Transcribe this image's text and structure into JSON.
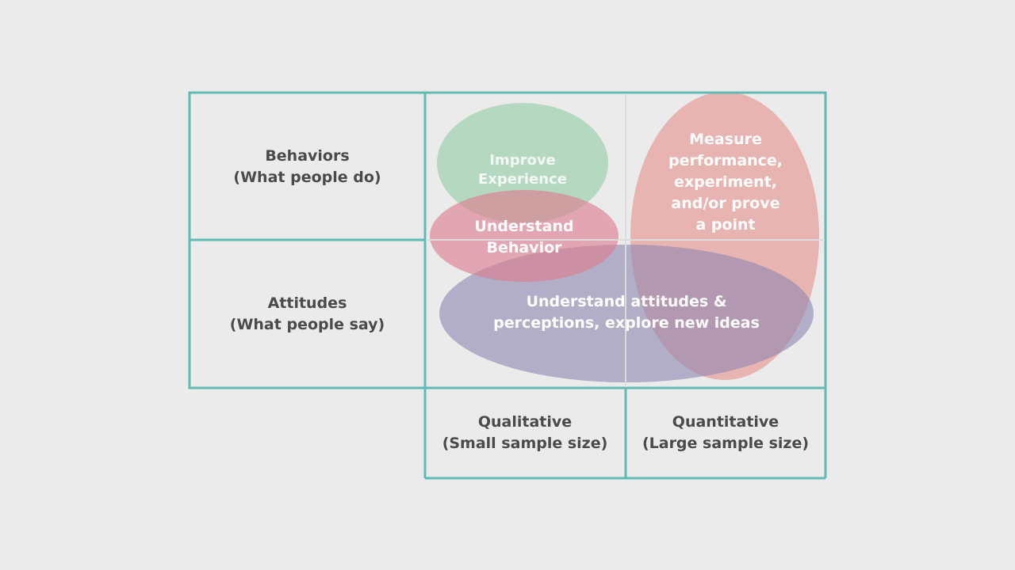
{
  "rows": {
    "behaviors": {
      "line1": "Behaviors",
      "line2": "(What people do)"
    },
    "attitudes": {
      "line1": "Attitudes",
      "line2": "(What people say)"
    }
  },
  "columns": {
    "qualitative": {
      "line1": "Qualitative",
      "line2": "(Small sample size)"
    },
    "quantitative": {
      "line1": "Quantitative",
      "line2": "(Large sample size)"
    }
  },
  "blobs": {
    "improve_experience": {
      "line1": "Improve",
      "line2": "Experience",
      "color": "#a3d1b3"
    },
    "understand_behavior": {
      "line1": "Understand",
      "line2": "Behavior",
      "color": "#db7d8e"
    },
    "measure_performance": {
      "lines": [
        "Measure",
        "performance,",
        "experiment,",
        "and/or prove",
        "a point"
      ],
      "color": "#e59e9a"
    },
    "understand_attitudes": {
      "line1": "Understand attitudes &",
      "line2": "perceptions, explore new ideas",
      "color": "#9289b1"
    }
  },
  "colors": {
    "grid_line": "#62bab4",
    "background": "#ebebeb",
    "label_text": "#4a4a4a",
    "blob_text": "#ffffff"
  }
}
